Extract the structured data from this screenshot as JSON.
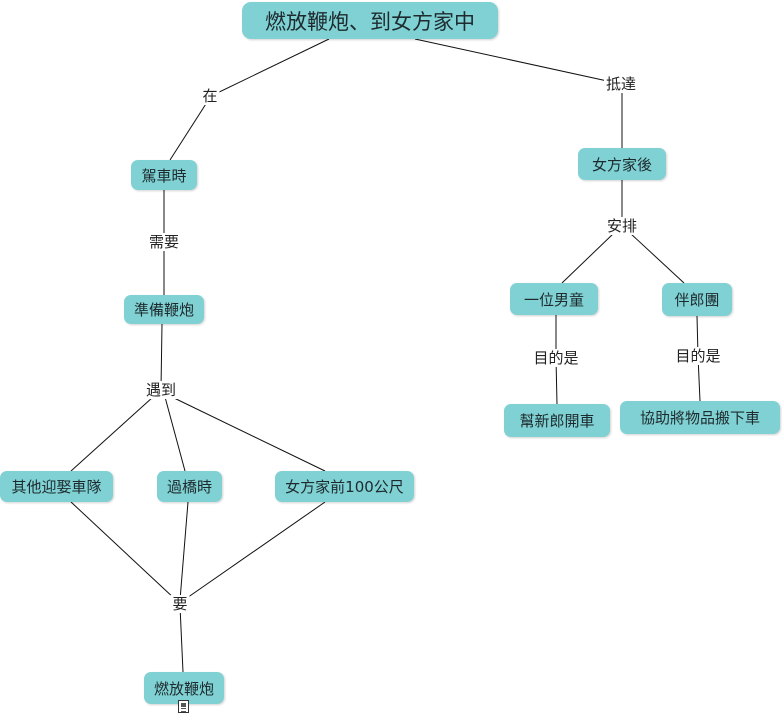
{
  "concepts": {
    "root": "燃放鞭炮、到女方家中",
    "driving": "駕車時",
    "prepare": "準備鞭炮",
    "other_convoy": "其他迎娶車隊",
    "bridge": "過橋時",
    "before_house": "女方家前100公尺",
    "set_off": "燃放鞭炮",
    "after_arrive": "女方家後",
    "boy": "一位男童",
    "groomsmen": "伴郎團",
    "open_door": "幫新郎開車",
    "unload": "協助將物品搬下車"
  },
  "linking_phrases": {
    "at": "在",
    "need": "需要",
    "encounter": "遇到",
    "must": "要",
    "arrive": "抵達",
    "arrange": "安排",
    "purpose_boy": "目的是",
    "purpose_groomsmen": "目的是"
  },
  "style": {
    "node_color": "#7fd1d3",
    "line_color": "#111111"
  },
  "icons": {
    "note": "note-icon"
  }
}
